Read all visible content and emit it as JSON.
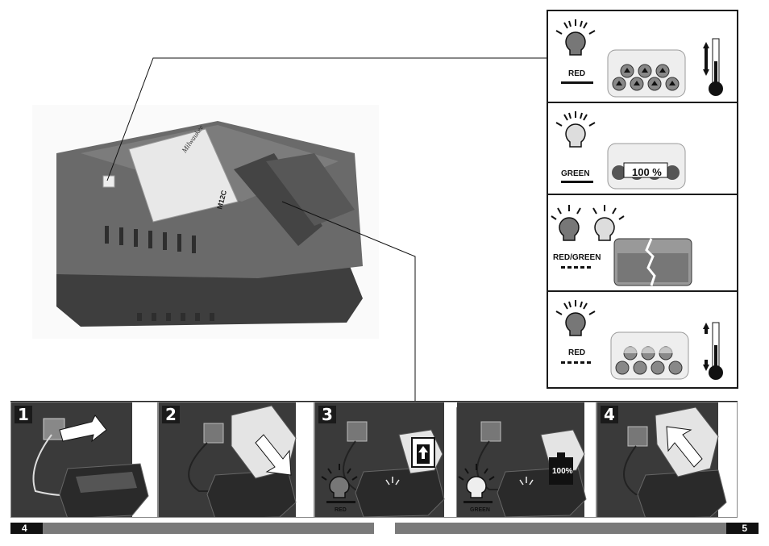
{
  "status_panel": {
    "rows": [
      {
        "label": "RED",
        "line": "solid"
      },
      {
        "label": "GREEN",
        "line": "solid",
        "battery_text": "100 %"
      },
      {
        "label": "RED/GREEN",
        "line": "dashed"
      },
      {
        "label": "RED",
        "line": "dashed"
      }
    ]
  },
  "charger": {
    "brand": "Milwaukee",
    "model": "M12C"
  },
  "steps": [
    {
      "number": "1"
    },
    {
      "number": "2"
    },
    {
      "number": "3",
      "lamp_label_a": "RED",
      "lamp_label_b": "GREEN",
      "battery_text": "100%"
    },
    {
      "number": "4"
    }
  ],
  "footer": {
    "page_left": "4",
    "page_right": "5"
  },
  "colors": {
    "dark": "#1a1a1a",
    "charger_gray": "#5a5a5a",
    "footer_gray": "#7a7a7a"
  }
}
